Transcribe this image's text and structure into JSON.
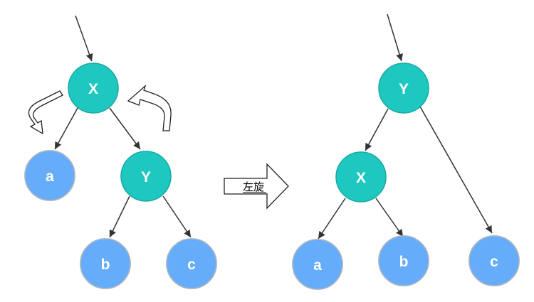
{
  "colors": {
    "pivot_fill": "#1ec8c0",
    "pivot_stroke": "#18a9a2",
    "leaf_fill": "#65acfb",
    "leaf_stroke": "#a7b4c4",
    "edge": "#333333",
    "rotate_arrow_stroke": "#222222"
  },
  "before": {
    "nodes": {
      "x": "X",
      "y": "Y",
      "a": "a",
      "b": "b",
      "c": "c"
    }
  },
  "operation": {
    "label": "左旋",
    "icon": "block-arrow-right-icon"
  },
  "after": {
    "nodes": {
      "y": "Y",
      "x": "X",
      "a": "a",
      "b": "b",
      "c": "c"
    }
  }
}
